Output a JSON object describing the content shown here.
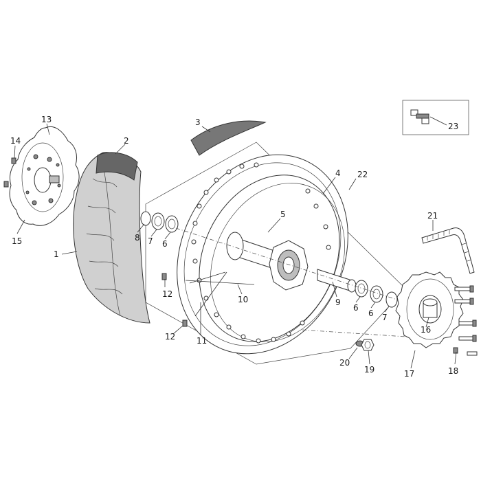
{
  "diagram": {
    "callouts": [
      {
        "id": "c1",
        "text": "1"
      },
      {
        "id": "c2",
        "text": "2"
      },
      {
        "id": "c3",
        "text": "3"
      },
      {
        "id": "c4",
        "text": "4"
      },
      {
        "id": "c5",
        "text": "5"
      },
      {
        "id": "c6a",
        "text": "6"
      },
      {
        "id": "c6b",
        "text": "6"
      },
      {
        "id": "c6c",
        "text": "6"
      },
      {
        "id": "c7a",
        "text": "7"
      },
      {
        "id": "c7b",
        "text": "7"
      },
      {
        "id": "c8",
        "text": "8"
      },
      {
        "id": "c9",
        "text": "9"
      },
      {
        "id": "c10",
        "text": "10"
      },
      {
        "id": "c11",
        "text": "11"
      },
      {
        "id": "c12a",
        "text": "12"
      },
      {
        "id": "c12b",
        "text": "12"
      },
      {
        "id": "c13",
        "text": "13"
      },
      {
        "id": "c14",
        "text": "14"
      },
      {
        "id": "c15",
        "text": "15"
      },
      {
        "id": "c16",
        "text": "16"
      },
      {
        "id": "c17",
        "text": "17"
      },
      {
        "id": "c18",
        "text": "18"
      },
      {
        "id": "c19",
        "text": "19"
      },
      {
        "id": "c20",
        "text": "20"
      },
      {
        "id": "c21",
        "text": "21"
      },
      {
        "id": "c22",
        "text": "22"
      },
      {
        "id": "c23",
        "text": "23"
      }
    ]
  }
}
